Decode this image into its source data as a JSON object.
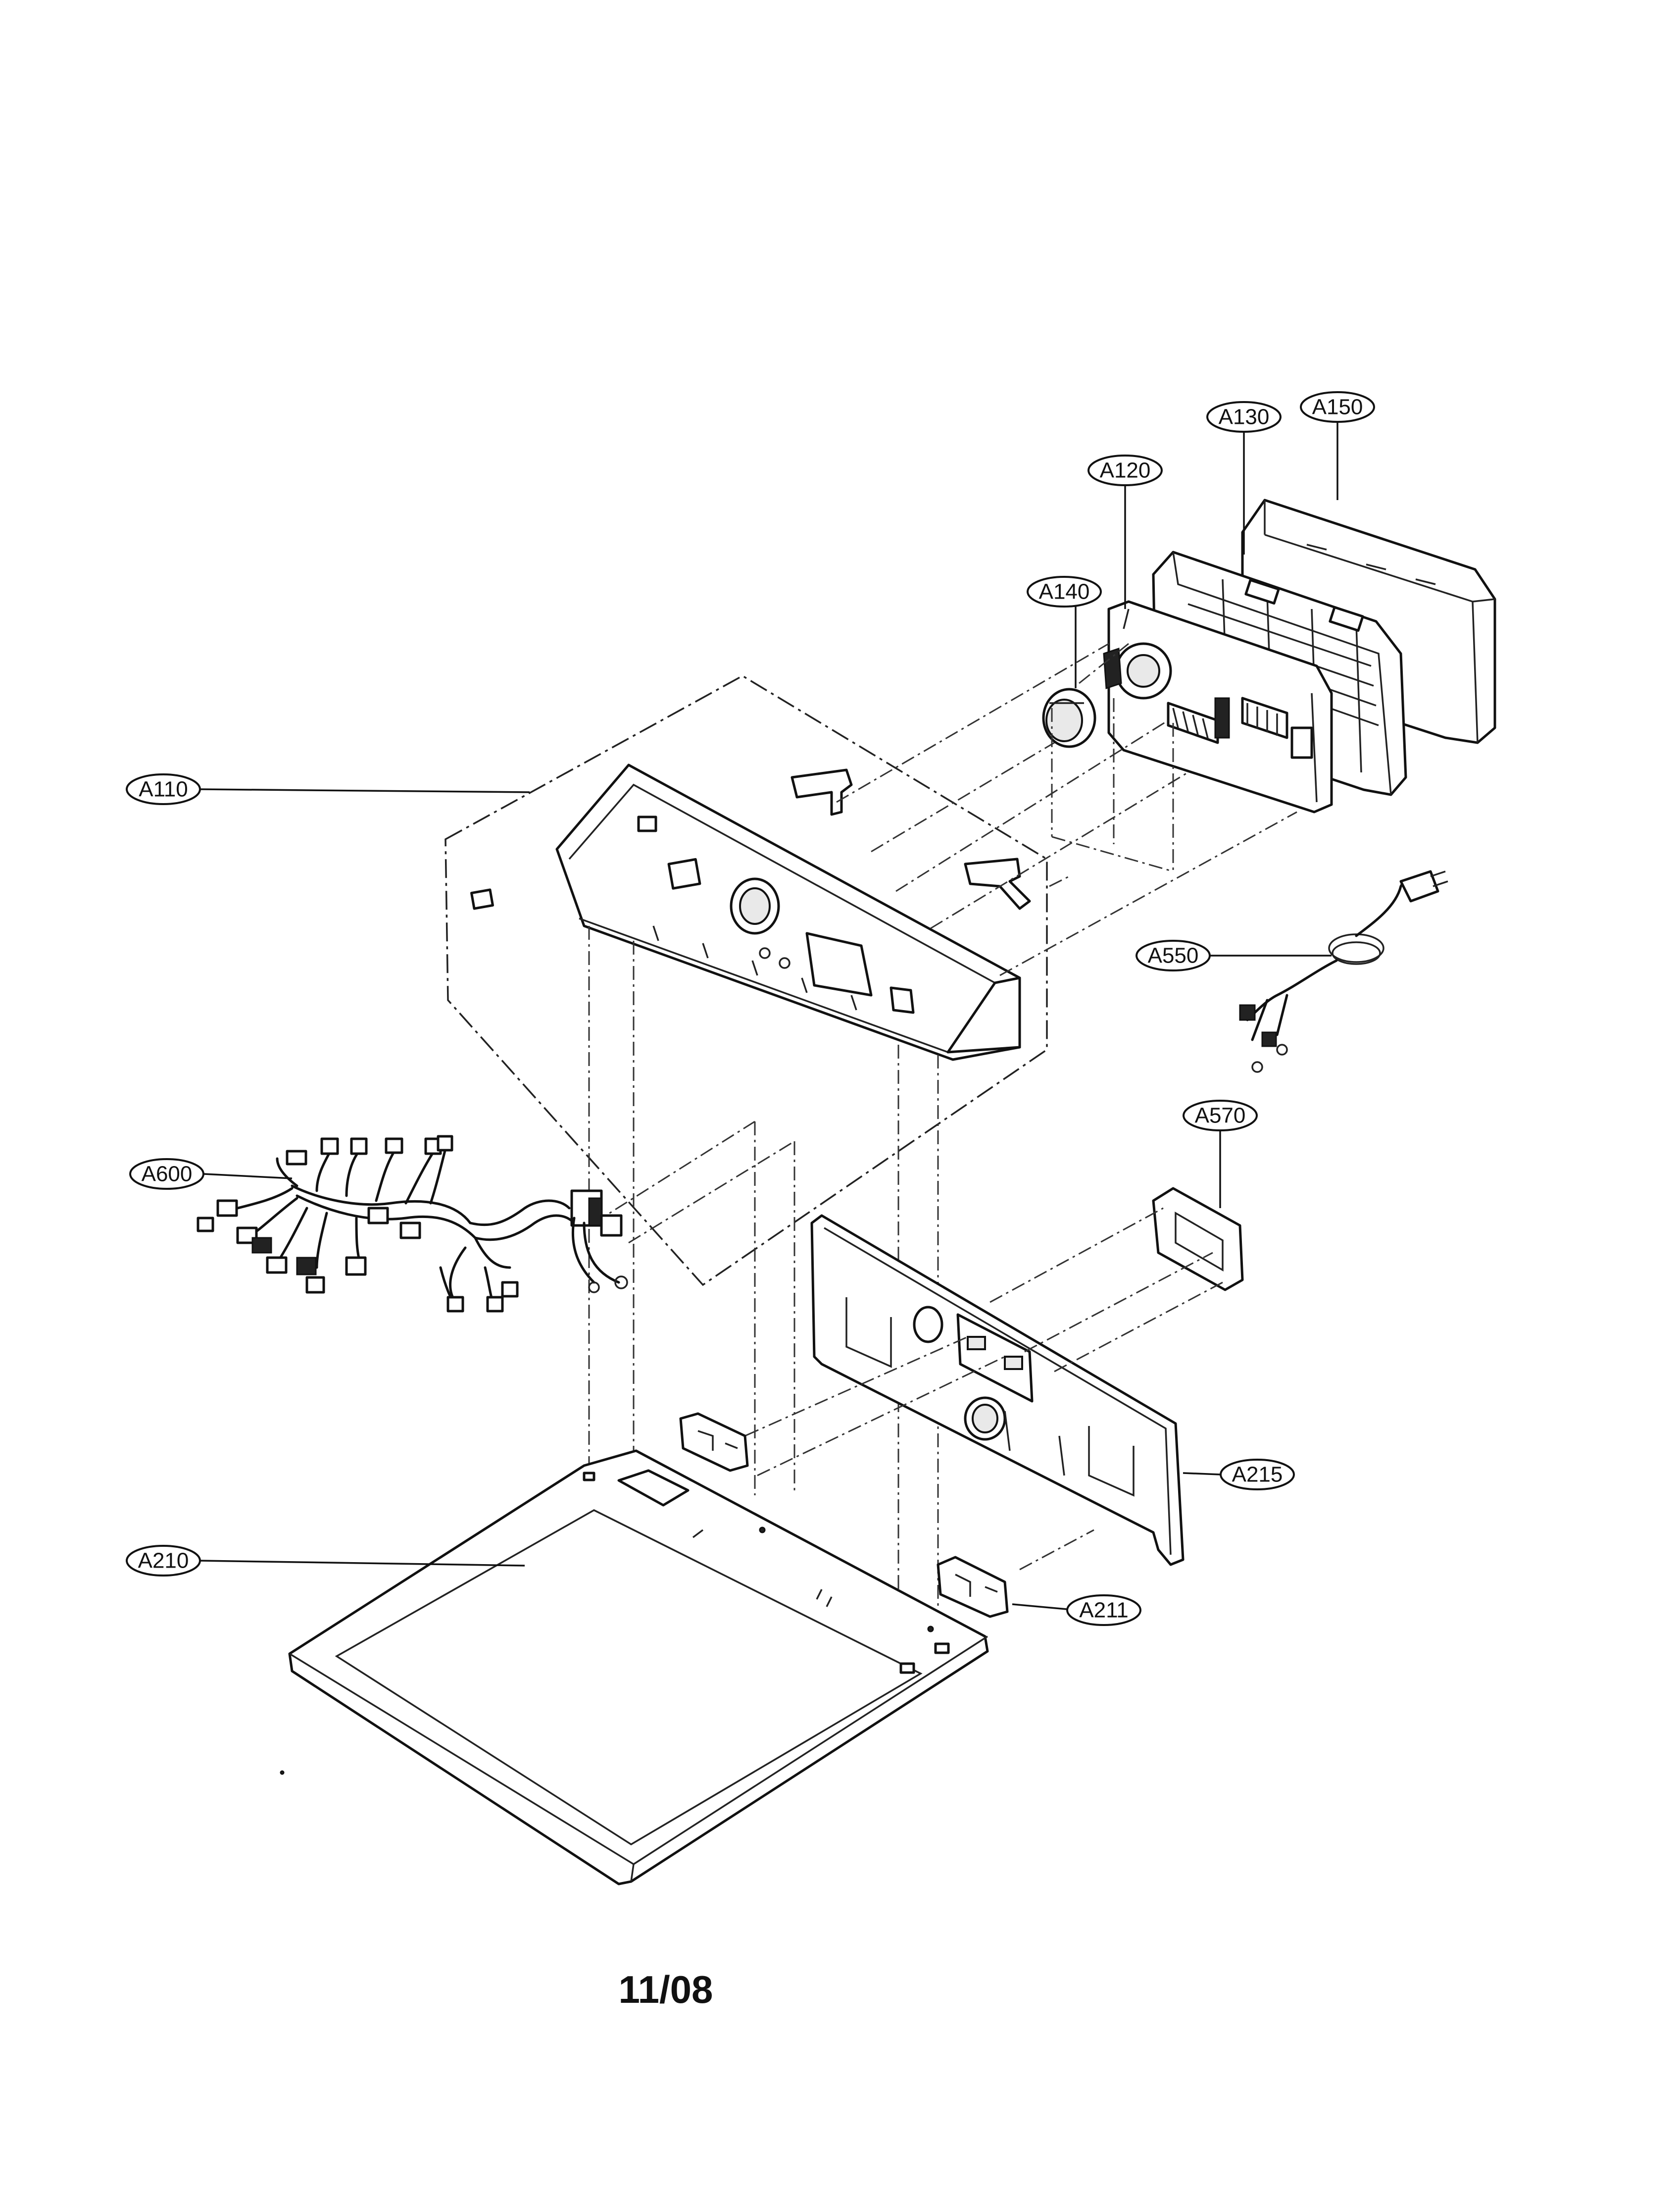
{
  "labels": {
    "a110": "A110",
    "a120": "A120",
    "a130": "A130",
    "a140": "A140",
    "a150": "A150",
    "a210": "A210",
    "a211": "A211",
    "a215": "A215",
    "a550": "A550",
    "a570": "A570",
    "a600": "A600"
  },
  "footer": "11/08"
}
